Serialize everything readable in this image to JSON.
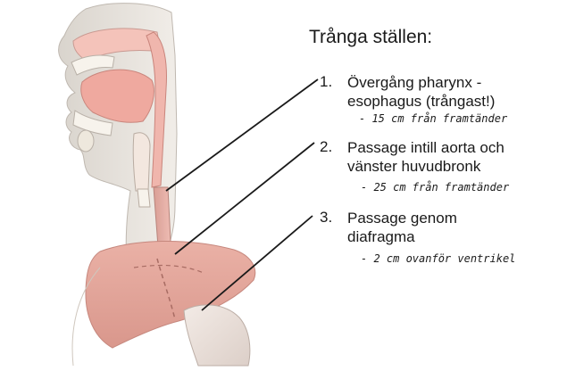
{
  "title": "Trånga ställen:",
  "items": [
    {
      "number": "1.",
      "lines": [
        "Övergång pharynx -",
        "esophagus (trångast!)"
      ],
      "note": "- 15 cm från framtänder"
    },
    {
      "number": "2.",
      "lines": [
        "Passage intill aorta och",
        "vänster huvudbronk"
      ],
      "note": "- 25 cm från framtänder"
    },
    {
      "number": "3.",
      "lines": [
        "Passage genom",
        "diafragma"
      ],
      "note": "- 2 cm ovanför ventrikel"
    }
  ],
  "colors": {
    "skin": "#e9e4dd",
    "mucosa": "#f0b6ad",
    "esophagus": "#e8b3aa",
    "liver": "#e3a79c",
    "stomach": "#eadfd9",
    "bone": "#f2eee6",
    "line": "#1a1a1a"
  }
}
